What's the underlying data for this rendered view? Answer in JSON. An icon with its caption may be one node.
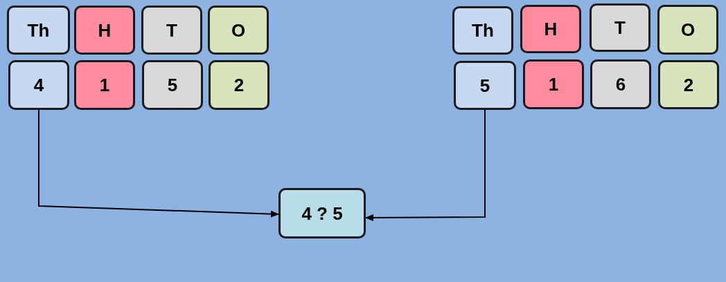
{
  "diagram": {
    "nodes": [
      {
        "text": [
          "Th"
        ]
      },
      {
        "text": [
          "H"
        ]
      },
      {
        "text": [
          "T"
        ]
      },
      {
        "text": [
          "O"
        ]
      },
      {
        "text": [
          "4"
        ]
      },
      {
        "text": [
          "1"
        ]
      },
      {
        "text": [
          "5"
        ]
      },
      {
        "text": [
          "2"
        ]
      },
      {
        "text": [
          "Th"
        ]
      },
      {
        "text": [
          "H"
        ]
      },
      {
        "text": [
          "T"
        ]
      },
      {
        "text": [
          "O"
        ]
      },
      {
        "text": [
          "5"
        ]
      },
      {
        "text": [
          "1"
        ]
      },
      {
        "text": [
          "6"
        ]
      },
      {
        "text": [
          "2"
        ]
      },
      {
        "text": [
          "4 ? 5"
        ]
      }
    ],
    "edges": [
      {
        "from": 4,
        "to": 16,
        "arrow": "to"
      },
      {
        "from": 12,
        "to": 16,
        "arrow": "to"
      }
    ]
  }
}
